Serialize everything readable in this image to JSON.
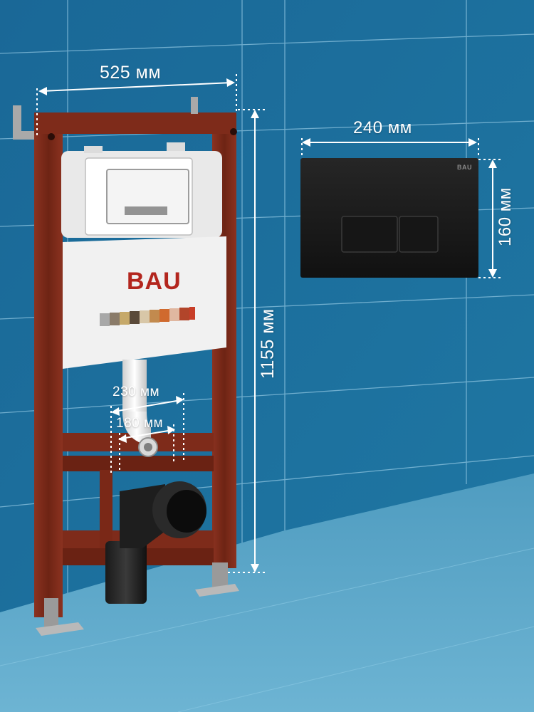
{
  "dimensions": {
    "frame_width": "525 мм",
    "plate_width": "240 мм",
    "plate_height": "160 мм",
    "frame_height": "1155 мм",
    "outlet_outer": "230 мм",
    "outlet_inner": "180 мм"
  },
  "brand": {
    "tank_logo": "BAU",
    "plate_logo": "BAU"
  },
  "colors": {
    "wall_tile": "#1d6f9c",
    "grout": "#7fb7d6",
    "floor": "#5fa9c9",
    "frame": "#7a2a1a",
    "plate": "#1b1b1b",
    "tank": "#eeeeee"
  }
}
